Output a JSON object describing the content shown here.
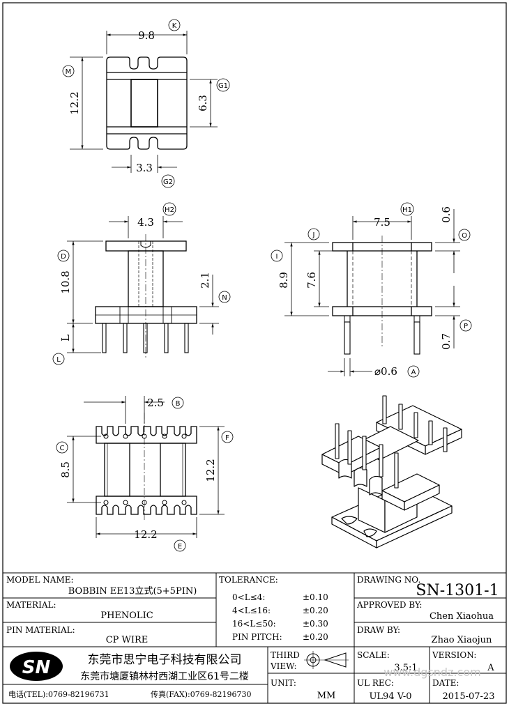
{
  "drawing": {
    "top_view": {
      "width_dim": "9.8",
      "width_tag": "K",
      "height_dim": "12.2",
      "height_tag": "M",
      "inner_dim": "6.3",
      "inner_tag": "G1",
      "slot_dim": "3.3",
      "slot_tag": "G2"
    },
    "front_view": {
      "flange_dim": "4.3",
      "flange_tag": "H2",
      "height_dim": "10.8",
      "height_tag": "D",
      "base_dim": "2.1",
      "base_tag": "N",
      "pin_dim": "L",
      "pin_tag": "L"
    },
    "side_view": {
      "width_dim": "7.5",
      "width_tag": "H1",
      "top_dim": "0.6",
      "top_tag": "O",
      "outer_dim": "8.9",
      "outer_tag": "I",
      "inner_dim": "7.6",
      "inner_tag": "J",
      "bottom_dim": "0.7",
      "bottom_tag": "P",
      "pin_dim": "⌀0.6",
      "pin_tag": "A"
    },
    "bottom_view": {
      "pitch_dim": "2.5",
      "pitch_tag": "B",
      "inner_dim": "8.5",
      "inner_tag": "C",
      "height_dim": "12.2",
      "height_tag": "F",
      "width_dim": "12.2",
      "width_tag": "E"
    }
  },
  "title_block": {
    "model_label": "MODEL NAME:",
    "model_value": "BOBBIN EE13立式(5+5PIN)",
    "material_label": "MATERIAL:",
    "material_value": "PHENOLIC",
    "pin_material_label": "PIN MATERIAL:",
    "pin_material_value": "CP WIRE",
    "tolerance_label": "TOLERANCE:",
    "tolerances": [
      {
        "range": "0<L≤4:",
        "value": "±0.10"
      },
      {
        "range": "4<L≤16:",
        "value": "±0.20"
      },
      {
        "range": "16<L≤50:",
        "value": "±0.30"
      },
      {
        "range": "PIN PITCH:",
        "value": "±0.20"
      }
    ],
    "drawing_no_label": "DRAWING NO.",
    "drawing_no": "SN-1301-1",
    "approved_label": "APPROVED BY:",
    "approved_by": "Chen Xiaohua",
    "draw_label": "DRAW BY:",
    "draw_by": "Zhao Xiaojun",
    "logo_text": "SN",
    "company_name": "东莞市思宁电子科技有限公司",
    "company_address": "东莞市塘厦镇林村西湖工业区61号二楼",
    "tel": "电话(TEL):0769-82196731",
    "fax": "传真(FAX):0769-82196730",
    "third_view_label1": "THIRD",
    "third_view_label2": "VIEW:",
    "unit_label": "UNIT:",
    "unit_value": "MM",
    "scale_label": "SCALE:",
    "scale_value": "3.5:1",
    "version_label": "VERSION:",
    "version_value": "A",
    "ul_label": "UL REC:",
    "ul_value": "UL94 V-0",
    "date_label": "DATE:",
    "date_value": "2015-07-23",
    "watermark": "www.dgsndz.com"
  }
}
